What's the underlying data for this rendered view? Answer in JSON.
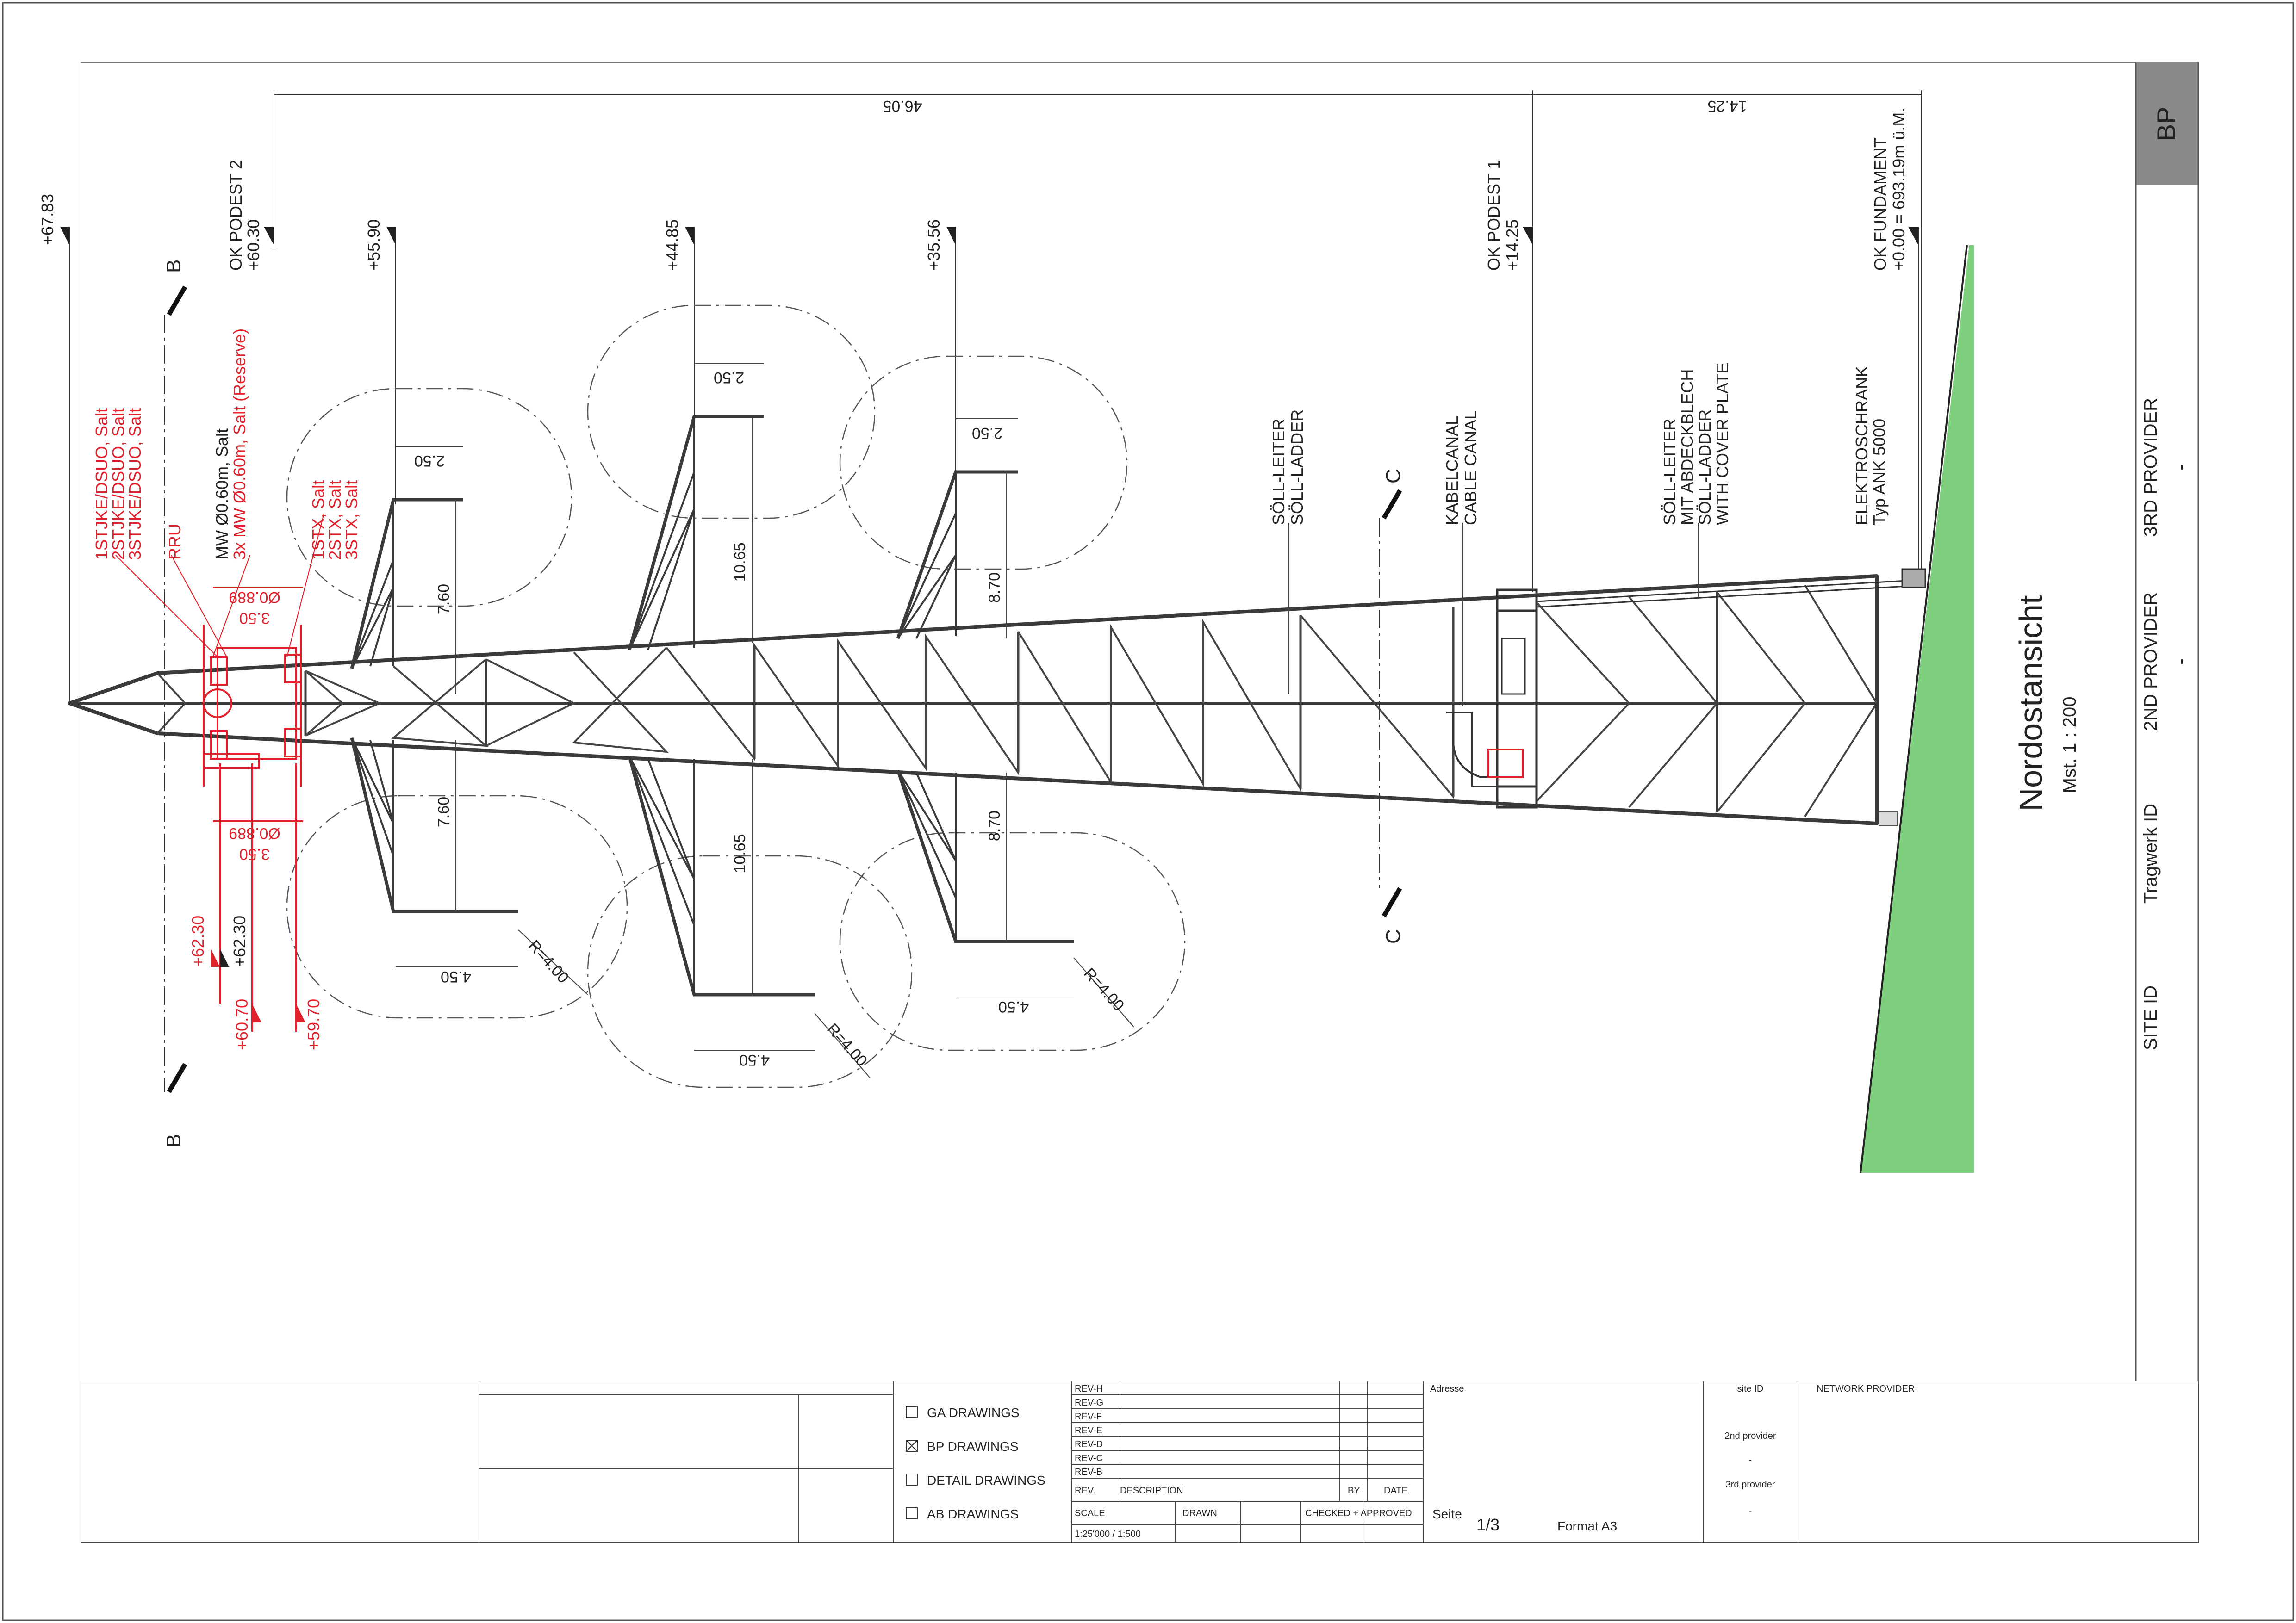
{
  "sheet": {
    "badge": "BP",
    "view_title": "Nordostansicht",
    "view_scale": "Mst. 1 : 200"
  },
  "side_fields": {
    "site_id": "SITE ID",
    "tragwerk_id": "Tragwerk ID",
    "second_provider": "2ND PROVIDER",
    "second_provider_value": "-",
    "third_provider": "3RD PROVIDER",
    "third_provider_value": "-"
  },
  "elevations": {
    "e6783": "+67.83",
    "ok_podest2": "OK PODEST 2",
    "e6030": "+60.30",
    "e5590": "+55.90",
    "e4485": "+44.85",
    "e3556": "+35.56",
    "ok_podest1": "OK PODEST 1",
    "e1425": "+14.25",
    "ok_fundament": "OK FUNDAMENT",
    "fundament_value": "+0.00 = 693.19m ü.M."
  },
  "dimensions": {
    "overall_left": "46.05",
    "overall_right": "14.25",
    "arm_gap_1": "2.50",
    "arm_gap_2": "2.50",
    "arm_gap_3": "2.50",
    "arm_len_1": "7.60",
    "arm_len_2": "10.65",
    "arm_len_3": "8.70",
    "bottom_arm_len_1": "7.60",
    "bottom_arm_len_2": "10.65",
    "bottom_arm_len_3": "8.70",
    "bottom_gap_1": "4.50",
    "bottom_gap_2": "4.50",
    "bottom_gap_3": "4.50",
    "radius_1": "R=4.00",
    "radius_2": "R=4.00",
    "radius_3": "R=4.00",
    "diameter_top": "Ø0.889",
    "diameter_bottom": "Ø0.889",
    "width_top": "3.50",
    "width_bottom": "3.50"
  },
  "red_labels": {
    "stjke_1": "1STJKE/DSUO, Salt",
    "stjke_2": "2STJKE/DSUO, Salt",
    "stjke_3": "3STJKE/DSUO, Salt",
    "rru": "RRU",
    "mw_reserve": "3x MW Ø0.60m, Salt (Reserve)",
    "stx_1": "1STX, Salt",
    "stx_2": "2STX, Salt",
    "stx_3": "3STX, Salt",
    "e6230_red": "+62.30",
    "e6070": "+60.70",
    "e5970": "+59.70"
  },
  "black_labels": {
    "mw_salt": "MW Ø0.60m, Salt",
    "e6230": "+62.30",
    "soll_leiter": "SÖLL-LEITER",
    "soll_ladder": "SÖLL-LADDER",
    "kabelcanal": "KABELCANAL",
    "cable_canal": "CABLE CANAL",
    "soll_leiter2": "SÖLL-LEITER",
    "mit_abdeckblech": "MIT ABDECKBLECH",
    "soll_ladder2": "SÖLL-LADDER",
    "with_cover_plate": "WITH COVER PLATE",
    "elektroschrank": "ELEKTROSCHRANK",
    "typ_ank": "Typ ANK 5000",
    "section_b": "B",
    "section_c": "C"
  },
  "title_block": {
    "drawing_types": [
      {
        "label": "GA DRAWINGS",
        "checked": false
      },
      {
        "label": "BP DRAWINGS",
        "checked": true
      },
      {
        "label": "DETAIL DRAWINGS",
        "checked": false
      },
      {
        "label": "AB DRAWINGS",
        "checked": false
      }
    ],
    "revisions": [
      "REV-H",
      "REV-G",
      "REV-F",
      "REV-E",
      "REV-D",
      "REV-C",
      "REV-B"
    ],
    "rev_header": {
      "rev": "REV.",
      "description": "DESCRIPTION",
      "by": "BY",
      "date": "DATE"
    },
    "scale_header": {
      "scale": "SCALE",
      "drawn": "DRAWN",
      "checked": "CHECKED + APPROVED"
    },
    "scale_value": "1:25'000 / 1:500",
    "adresse": "Adresse",
    "seite": "Seite",
    "page": "1/3",
    "format": "Format A3",
    "site_id": "site ID",
    "second_provider": "2nd provider",
    "second_provider_value": "-",
    "third_provider": "3rd provider",
    "third_provider_value": "-",
    "network_provider": "NETWORK PROVIDER:"
  }
}
